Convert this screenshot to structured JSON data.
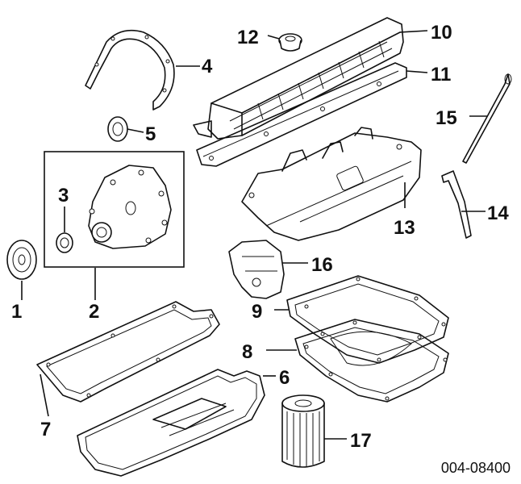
{
  "diagram": {
    "reference_code": "004-08400",
    "callouts": [
      {
        "id": "1",
        "label": "1"
      },
      {
        "id": "2",
        "label": "2"
      },
      {
        "id": "3",
        "label": "3"
      },
      {
        "id": "4",
        "label": "4"
      },
      {
        "id": "5",
        "label": "5"
      },
      {
        "id": "6",
        "label": "6"
      },
      {
        "id": "7",
        "label": "7"
      },
      {
        "id": "8",
        "label": "8"
      },
      {
        "id": "9",
        "label": "9"
      },
      {
        "id": "10",
        "label": "10"
      },
      {
        "id": "11",
        "label": "11"
      },
      {
        "id": "12",
        "label": "12"
      },
      {
        "id": "13",
        "label": "13"
      },
      {
        "id": "14",
        "label": "14"
      },
      {
        "id": "15",
        "label": "15"
      },
      {
        "id": "16",
        "label": "16"
      },
      {
        "id": "17",
        "label": "17"
      }
    ]
  }
}
